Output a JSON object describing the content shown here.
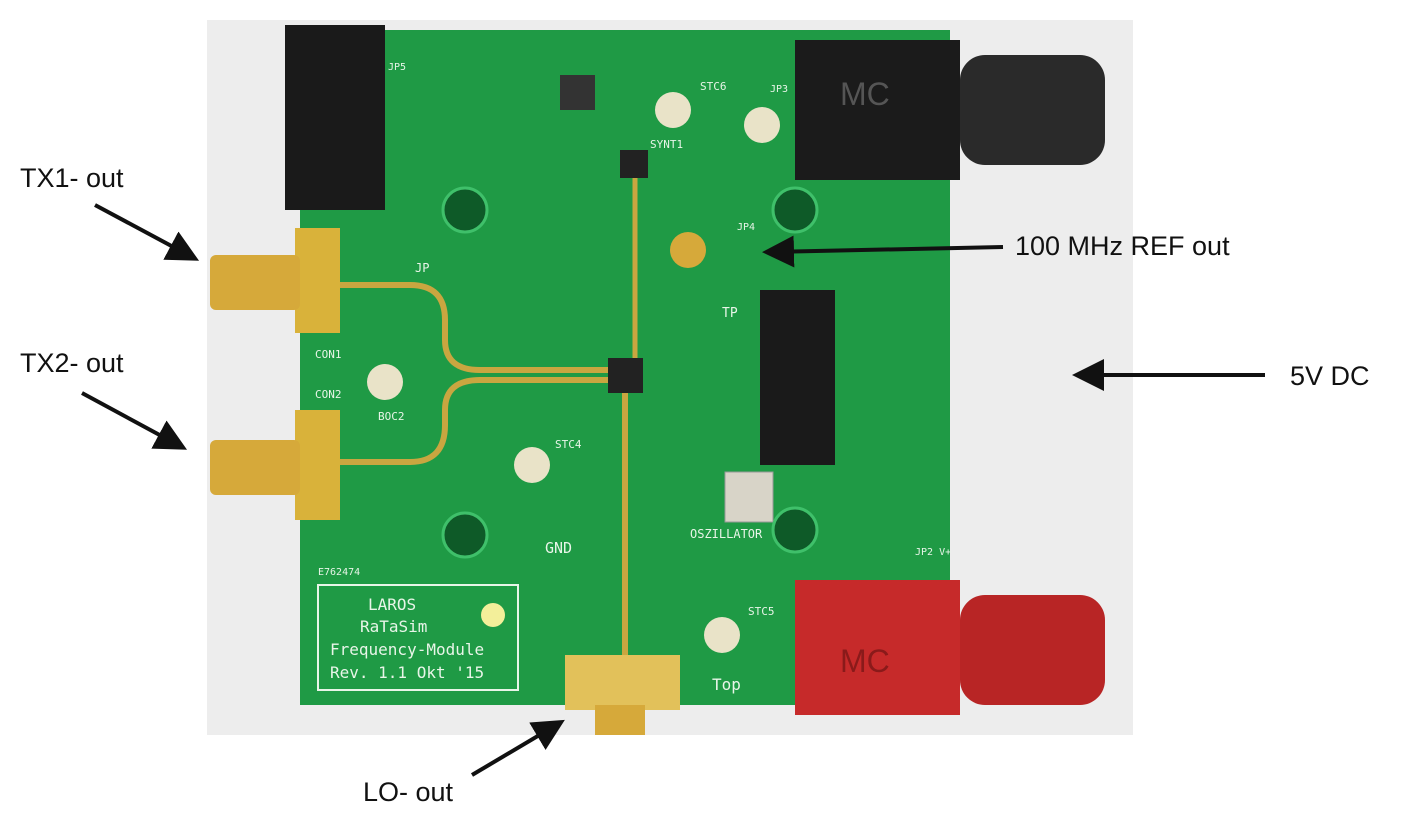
{
  "annotations": {
    "tx1": "TX1- out",
    "tx2": "TX2- out",
    "ref": "100 MHz REF out",
    "dc": "5V DC",
    "lo": "LO- out"
  },
  "board": {
    "title_lines": [
      "LAROS",
      "RaTaSim",
      "Frequency-Module",
      "Rev. 1.1 Okt '15"
    ],
    "serial": "E762474",
    "gnd": "GND",
    "top": "Top",
    "oscillator": "OSZILLATOR",
    "con1": "CON1",
    "con2": "CON2",
    "boc2": "BOC2",
    "stc4": "STC4",
    "stc5": "STC5",
    "stc6": "STC6",
    "synt1": "SYNT1",
    "tp": "TP",
    "jp": "JP",
    "jp2": "JP2 V+",
    "jp3": "JP3",
    "jp4": "JP4",
    "jp5": "JP5",
    "mc": "MC"
  },
  "colors": {
    "pcb": "#1f9a45",
    "trace": "#c9a640",
    "red_jack": "#c62a2a",
    "black_jack": "#1b1b1b"
  }
}
